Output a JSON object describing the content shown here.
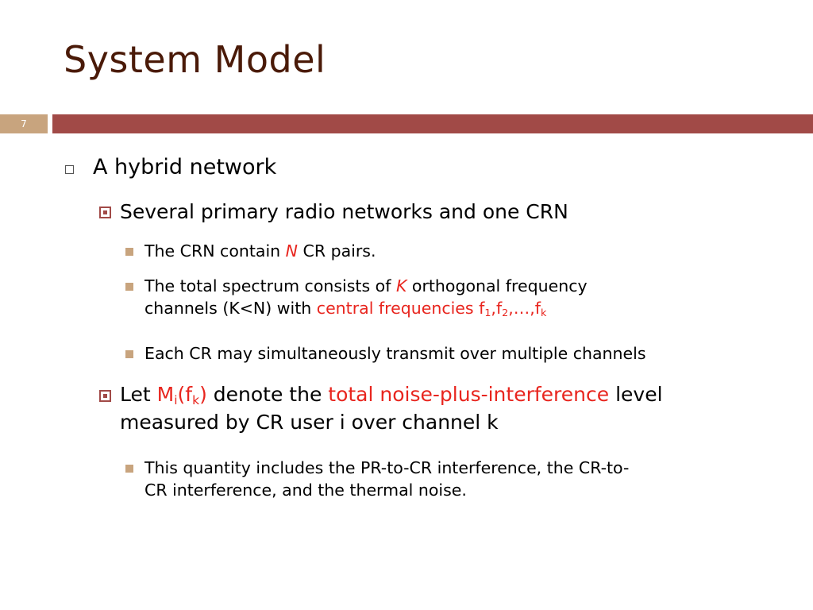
{
  "slide": {
    "title": "System Model",
    "number": "7",
    "colors": {
      "title": "#4a1a08",
      "band": "#a14a47",
      "accent": "#c8a47e",
      "highlight": "#e8251e"
    },
    "b1": {
      "text": "A hybrid network"
    },
    "b1a": {
      "text": "Several primary radio networks and one CRN"
    },
    "b1a1": {
      "pre": "The CRN contain ",
      "em": "N",
      "post": " CR pairs."
    },
    "b1a2": {
      "pre": "The total spectrum consists of ",
      "em": "K",
      "mid": " orthogonal frequency",
      "line2": "channels (K<N) with ",
      "red1": "central frequencies f",
      "sub1": "1",
      "red2": ",f",
      "sub2": "2",
      "red3": ",…,f",
      "sub3": "k"
    },
    "b1a3": {
      "text": "Each CR may simultaneously transmit over multiple channels"
    },
    "b1b": {
      "pre": "Let ",
      "m": "M",
      "msub": "i",
      "paren": "(f",
      "ksub": "k",
      "close": ")",
      "mid": " denote the ",
      "red": "total noise-plus-interference",
      "post": " level",
      "line2": "measured by CR user i over channel k"
    },
    "b1b1": {
      "line1": "This quantity includes the PR-to-CR interference, the CR-to-",
      "line2": "CR interference, and the thermal noise."
    }
  }
}
